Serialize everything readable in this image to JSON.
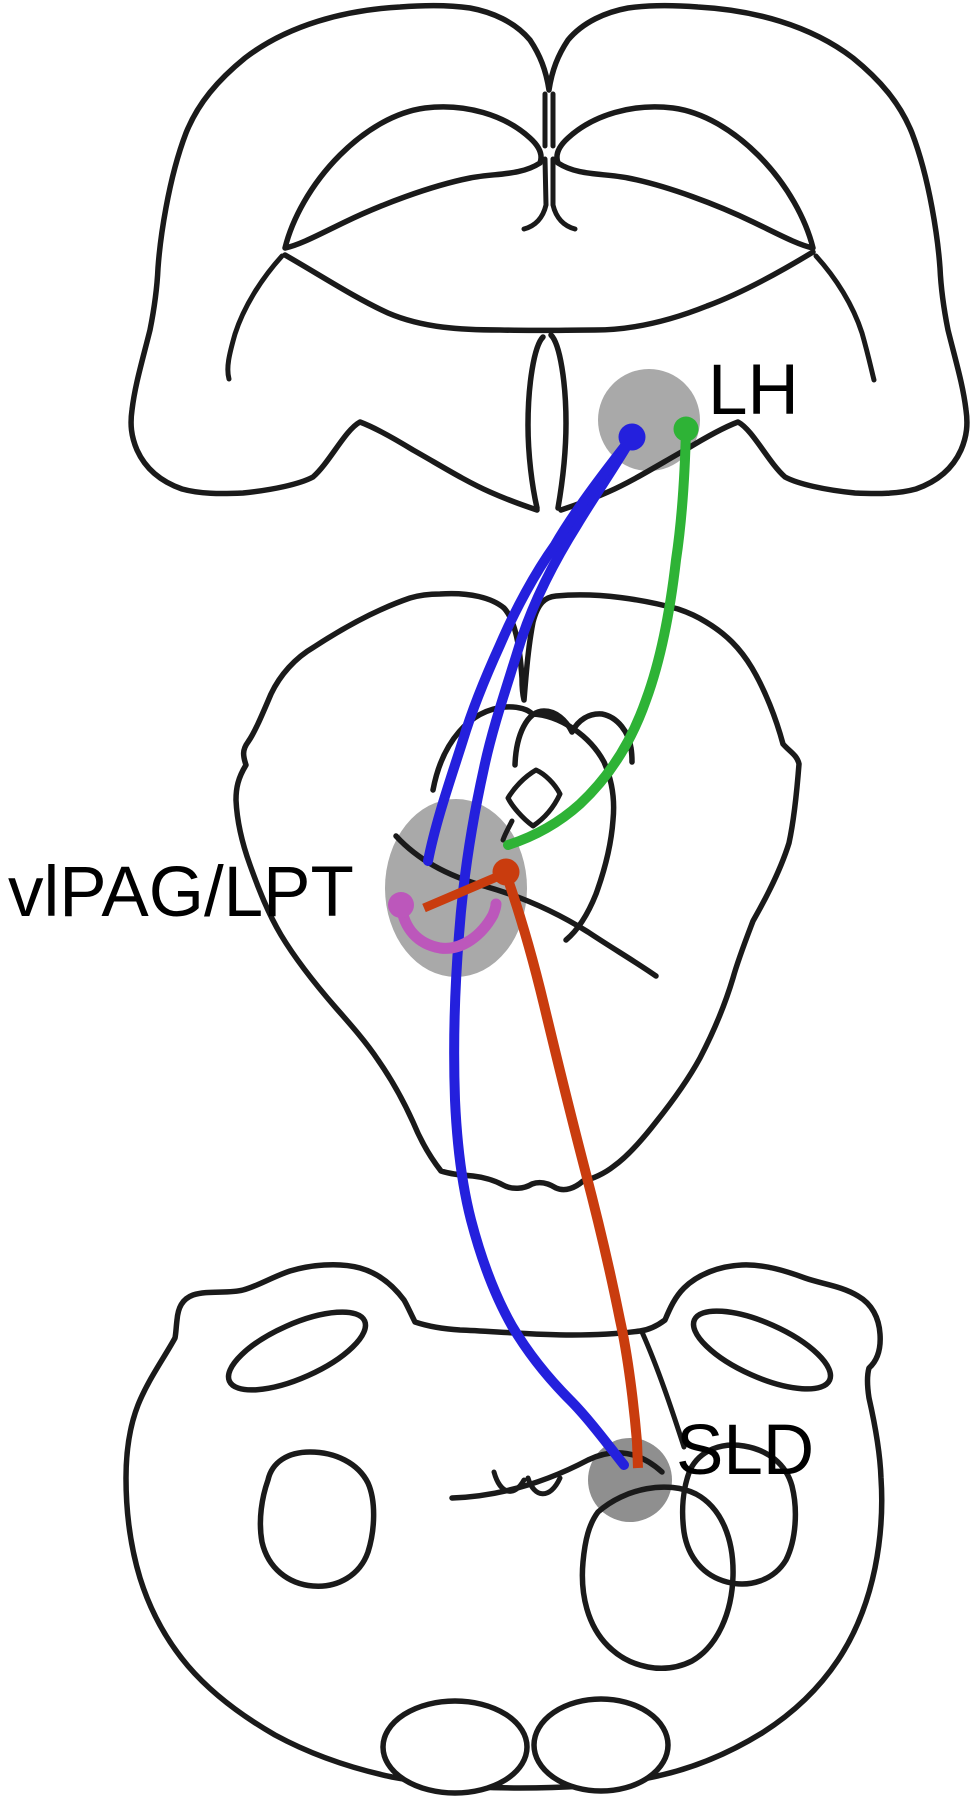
{
  "figure": {
    "type": "brain-circuit-diagram",
    "description": "Three coronal rodent brain sections (forebrain, midbrain, pons) with labeled nuclei and colored neural projections",
    "labels": {
      "lh": "LH",
      "vlpag_lpt": "vlPAG/LPT",
      "sld": "SLD"
    },
    "colors": {
      "outline": "#1a1a1a",
      "region_gray": "#a9a9a9",
      "sld_gray": "#8f8f8f",
      "blue": "#2420dd",
      "green": "#2eb336",
      "red": "#c93c0e",
      "magenta": "#bc57bb",
      "label_text": "#000000"
    },
    "regions": [
      {
        "id": "LH",
        "label": "LH",
        "section": "forebrain",
        "shape": "gray circle"
      },
      {
        "id": "vlPAG/LPT",
        "label": "vlPAG/LPT",
        "section": "midbrain",
        "shape": "gray ellipse"
      },
      {
        "id": "SLD",
        "label": "SLD",
        "section": "pons",
        "shape": "gray circle"
      }
    ],
    "neurons": [
      {
        "color_key": "blue",
        "soma": "LH",
        "projects_to": [
          "vlPAG/LPT",
          "SLD"
        ]
      },
      {
        "color_key": "green",
        "soma": "LH",
        "projects_to": [
          "vlPAG/LPT"
        ]
      },
      {
        "color_key": "red",
        "soma": "vlPAG/LPT",
        "projects_to": [
          "SLD",
          "local magenta neuron"
        ]
      },
      {
        "color_key": "magenta",
        "soma": "vlPAG/LPT",
        "projects_to": [
          "local red neuron"
        ]
      }
    ]
  }
}
